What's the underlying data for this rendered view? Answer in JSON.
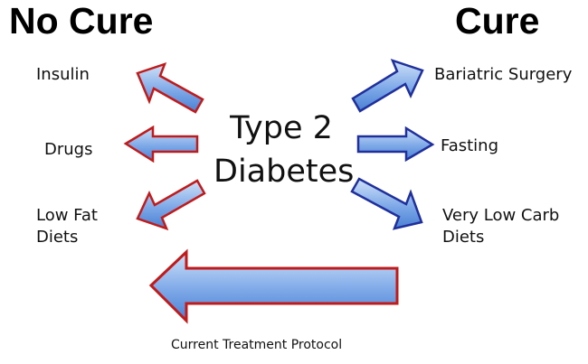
{
  "heading_left": "No Cure",
  "heading_right": "Cure",
  "center_label": {
    "line1": "Type 2",
    "line2": "Diabetes"
  },
  "no_cure_items": [
    "Insulin",
    "Drugs",
    "Low Fat\nDiets"
  ],
  "cure_items": [
    "Bariatric Surgery",
    "Fasting",
    "Very Low Carb\nDiets"
  ],
  "footer_caption": "Current Treatment Protocol",
  "colors": {
    "arrow_fill_light": "#c7dcf7",
    "arrow_fill_dark": "#4f86d8",
    "no_cure_outline": "#c11a1a",
    "cure_outline": "#1f2f9c"
  }
}
